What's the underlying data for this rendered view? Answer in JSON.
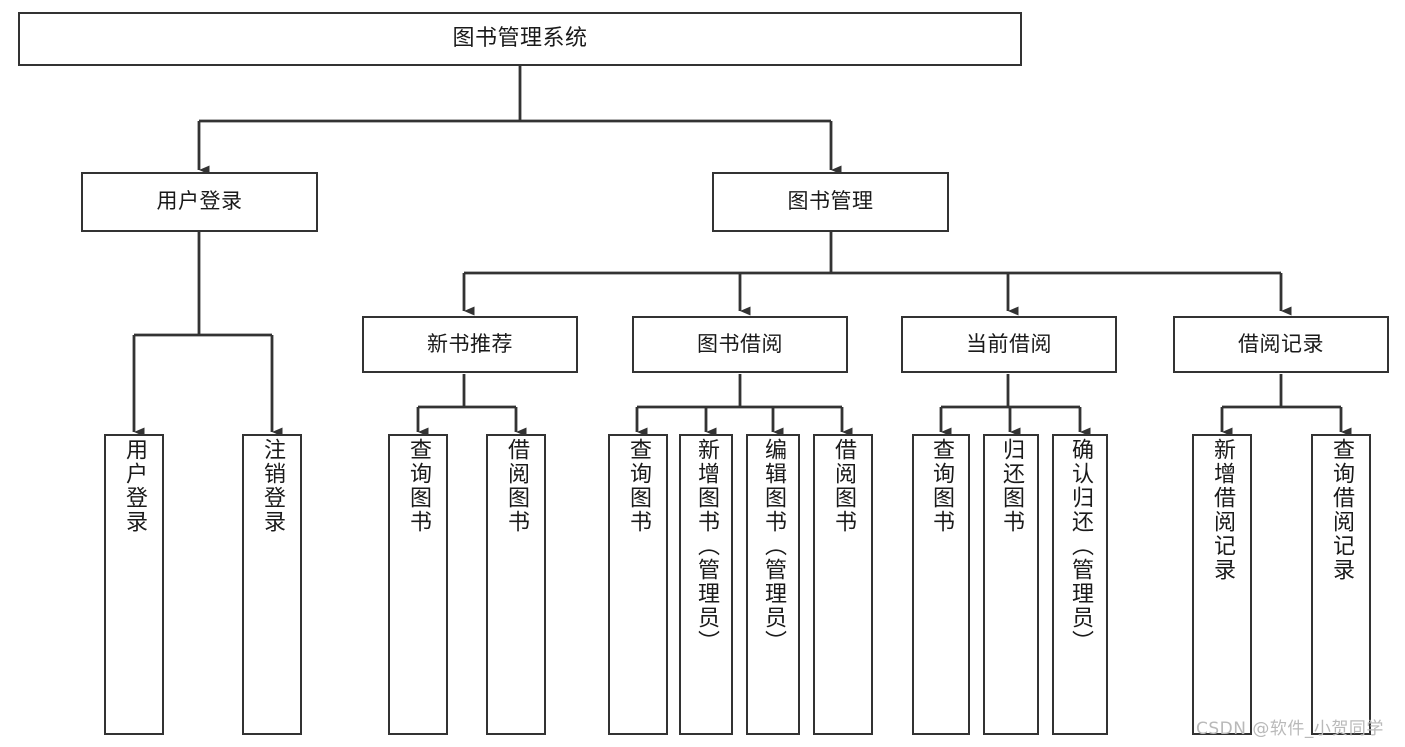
{
  "diagram": {
    "type": "tree-hierarchy",
    "title": "图书管理系统",
    "orientation": "top-down",
    "colors": {
      "stroke": "#333333",
      "fill": "#ffffff",
      "text": "#1a1a1a",
      "watermark": "#b9b9b9"
    },
    "levels": {
      "level1": [
        "图书管理系统"
      ],
      "level2": [
        "用户登录",
        "图书管理"
      ],
      "level3": [
        "新书推荐",
        "图书借阅",
        "当前借阅",
        "借阅记录"
      ],
      "level4": [
        "用户登录",
        "注销登录",
        "查询图书",
        "借阅图书",
        "查询图书",
        "新增图书（管理员）",
        "编辑图书（管理员）",
        "借阅图书",
        "查询图书",
        "归还图书",
        "确认归还（管理员）",
        "新增借阅记录",
        "查询借阅记录"
      ]
    }
  },
  "nodes": {
    "root": {
      "label": "图书管理系统"
    },
    "user_login": {
      "label": "用户登录"
    },
    "book_manage": {
      "label": "图书管理"
    },
    "new_book_rec": {
      "label": "新书推荐"
    },
    "book_borrow": {
      "label": "图书借阅"
    },
    "current_borrow": {
      "label": "当前借阅"
    },
    "borrow_record": {
      "label": "借阅记录"
    },
    "leaf_user_login": {
      "label": "用户登录"
    },
    "leaf_logout": {
      "label": "注销登录"
    },
    "leaf_query_book_1": {
      "label": "查询图书"
    },
    "leaf_borrow_book_1": {
      "label": "借阅图书"
    },
    "leaf_query_book_2": {
      "label": "查询图书"
    },
    "leaf_add_book": {
      "label": "新增图书（管理员）"
    },
    "leaf_edit_book": {
      "label": "编辑图书（管理员）"
    },
    "leaf_borrow_book_2": {
      "label": "借阅图书"
    },
    "leaf_query_book_3": {
      "label": "查询图书"
    },
    "leaf_return_book": {
      "label": "归还图书"
    },
    "leaf_confirm_return": {
      "label": "确认归还（管理员）"
    },
    "leaf_add_record": {
      "label": "新增借阅记录"
    },
    "leaf_query_record": {
      "label": "查询借阅记录"
    }
  },
  "edges": [
    {
      "from": "root",
      "to": "user_login"
    },
    {
      "from": "root",
      "to": "book_manage"
    },
    {
      "from": "user_login",
      "to": "leaf_user_login"
    },
    {
      "from": "user_login",
      "to": "leaf_logout"
    },
    {
      "from": "book_manage",
      "to": "new_book_rec"
    },
    {
      "from": "book_manage",
      "to": "book_borrow"
    },
    {
      "from": "book_manage",
      "to": "current_borrow"
    },
    {
      "from": "book_manage",
      "to": "borrow_record"
    },
    {
      "from": "new_book_rec",
      "to": "leaf_query_book_1"
    },
    {
      "from": "new_book_rec",
      "to": "leaf_borrow_book_1"
    },
    {
      "from": "book_borrow",
      "to": "leaf_query_book_2"
    },
    {
      "from": "book_borrow",
      "to": "leaf_add_book"
    },
    {
      "from": "book_borrow",
      "to": "leaf_edit_book"
    },
    {
      "from": "book_borrow",
      "to": "leaf_borrow_book_2"
    },
    {
      "from": "current_borrow",
      "to": "leaf_query_book_3"
    },
    {
      "from": "current_borrow",
      "to": "leaf_return_book"
    },
    {
      "from": "current_borrow",
      "to": "leaf_confirm_return"
    },
    {
      "from": "borrow_record",
      "to": "leaf_add_record"
    },
    {
      "from": "borrow_record",
      "to": "leaf_query_record"
    }
  ],
  "watermark": {
    "text": "CSDN @软件_小贺同学"
  }
}
